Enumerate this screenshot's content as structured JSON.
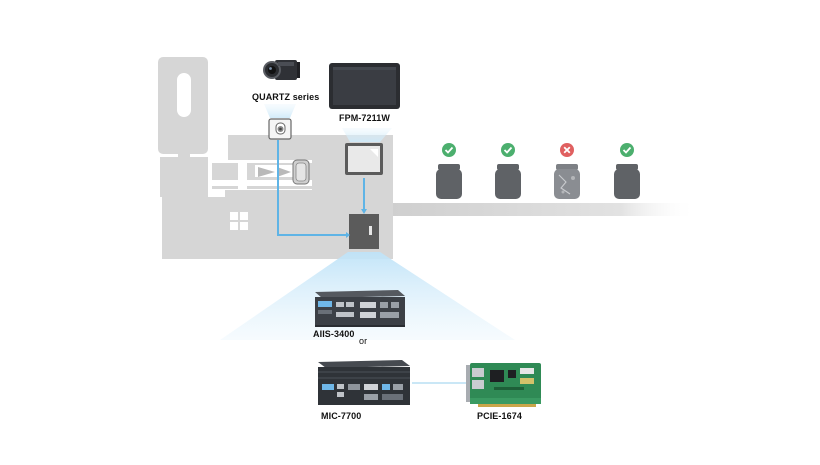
{
  "labels": {
    "camera": "QUARTZ series",
    "panel_pc": "FPM-7211W",
    "box_pc_a": "AIIS-3400",
    "or_text": "or",
    "box_pc_b": "MIC-7700",
    "pcie_card": "PCIE-1674"
  },
  "inspection": [
    {
      "status": "pass",
      "icon": "check-icon"
    },
    {
      "status": "pass",
      "icon": "check-icon"
    },
    {
      "status": "fail",
      "icon": "cross-icon"
    },
    {
      "status": "pass",
      "icon": "check-icon"
    }
  ],
  "colors": {
    "machine": "#d6d6d6",
    "signal_line": "#5fb4e6",
    "pass": "#4caf6e",
    "fail": "#e06060",
    "bottle": "#5f6266"
  }
}
